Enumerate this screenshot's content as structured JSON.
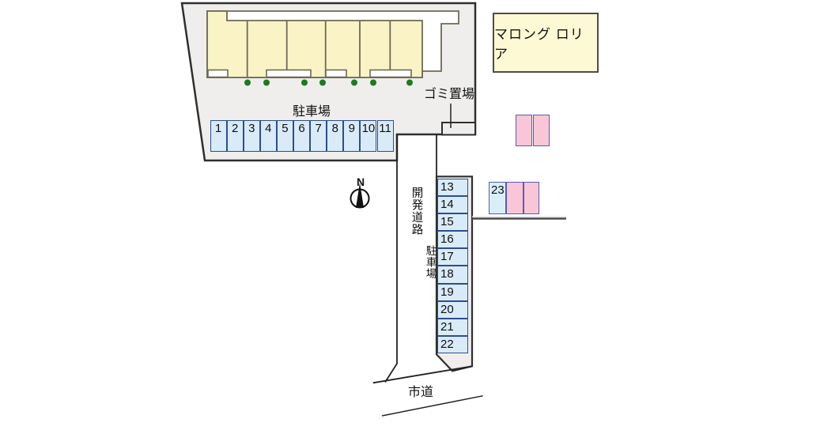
{
  "site_plan": {
    "property_name": "マロング ロリア",
    "compass_north_label": "N",
    "labels": {
      "parking_lot_top": "駐車場",
      "parking_lot_side": "駐車場",
      "garbage_area": "ゴミ置場",
      "development_road": "開発道路",
      "city_road": "市道"
    },
    "parking_row_top": [
      "1",
      "2",
      "3",
      "4",
      "5",
      "6",
      "7",
      "8",
      "9",
      "10",
      "11"
    ],
    "parking_column_right": [
      "13",
      "14",
      "15",
      "16",
      "17",
      "18",
      "19",
      "20",
      "21",
      "22"
    ],
    "parking_space_23": "23",
    "tree_count": 7,
    "building_unit_count": 6,
    "colors": {
      "site_fill": "#efeeec",
      "site_outline": "#2f2f2f",
      "building_fill": "#faf3c5",
      "building_outline": "#6e6a55",
      "parking_space_fill": "#d9ebf8",
      "parking_space_border": "#2e4d8f",
      "pink_space_fill": "#f8c6d7",
      "pink_space_border": "#5b5bad",
      "tree_green": "#1d7a1d",
      "title_box_fill": "#fdf9d4"
    }
  }
}
